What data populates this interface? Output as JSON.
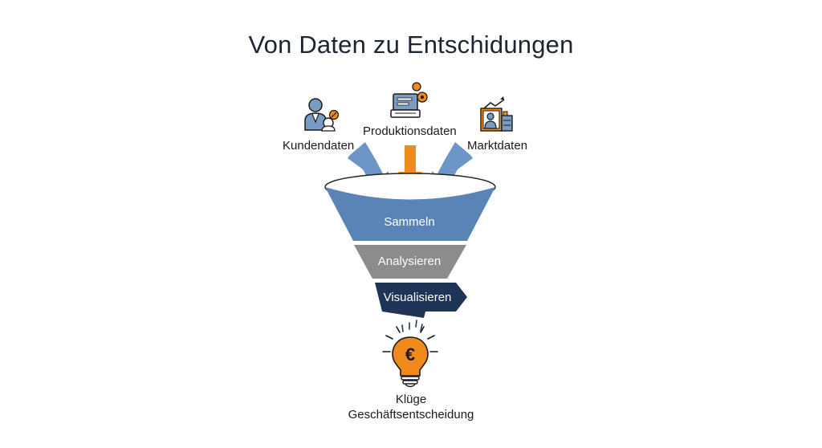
{
  "title": "Von Daten zu Entschidungen",
  "sources": [
    {
      "label": "Kundendaten",
      "icon": "customer-person-icon"
    },
    {
      "label": "Produktionsdaten",
      "icon": "production-machine-icon"
    },
    {
      "label": "Marktdaten",
      "icon": "market-chart-icon"
    }
  ],
  "stages": [
    "Sammeln",
    "Analysieren",
    "Visualisieren"
  ],
  "result": {
    "line1": "Klüge",
    "line2": "Geschäftsentscheidung",
    "icon": "euro-lightbulb-icon",
    "symbol": "€"
  },
  "colors": {
    "blue": "#5a84b5",
    "gray": "#8c8c8c",
    "navy": "#1f3558",
    "orange": "#f08a1c",
    "arrow_blue": "#6b96c7"
  }
}
